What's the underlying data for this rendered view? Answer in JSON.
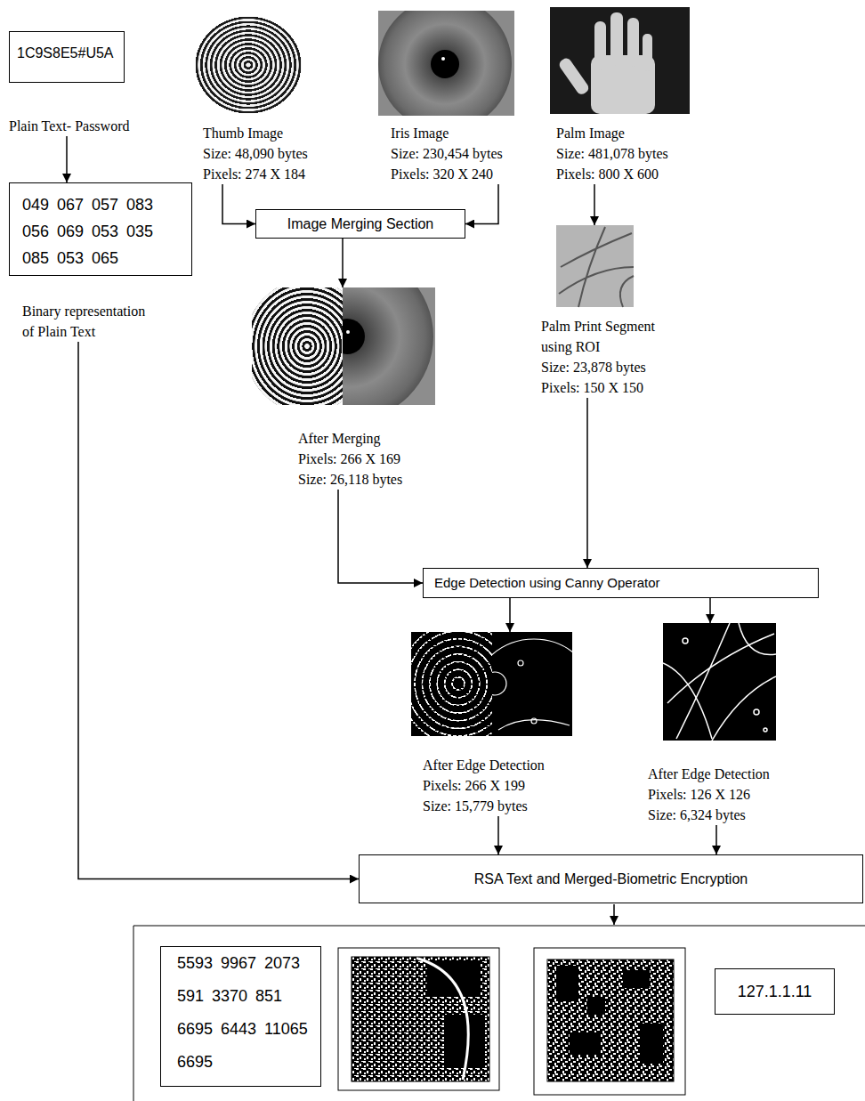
{
  "diagram": {
    "nodes": [
      {
        "text": [
          "1C9S8E5#U5A",
          "Plain Text- Password"
        ]
      },
      {
        "text": [
          "049 067 057 083 056 069 053 035 085 053 065",
          "Binary representation of Plain Text"
        ]
      },
      {
        "text": [
          "Thumb Image",
          "Size: 48,090 bytes",
          "Pixels: 274 X 184"
        ]
      },
      {
        "text": [
          "Iris Image",
          "Size: 230,454 bytes",
          "Pixels: 320 X 240"
        ]
      },
      {
        "text": [
          "Palm Image",
          "Size: 481,078 bytes",
          "Pixels: 800 X 600"
        ]
      },
      {
        "text": [
          "Image Merging Section"
        ]
      },
      {
        "text": [
          "After Merging",
          "Pixels: 266 X 169",
          "Size: 26,118 bytes"
        ]
      },
      {
        "text": [
          "Palm Print Segment using ROI",
          "Size: 23,878 bytes",
          "Pixels: 150 X 150"
        ]
      },
      {
        "text": [
          "Edge Detection using Canny Operator"
        ]
      },
      {
        "text": [
          "After Edge Detection",
          "Pixels: 266 X 199",
          "Size: 15,779 bytes"
        ]
      },
      {
        "text": [
          "After Edge Detection",
          "Pixels: 126 X 126",
          "Size: 6,324 bytes"
        ]
      },
      {
        "text": [
          "RSA Text and Merged-Biometric Encryption"
        ]
      },
      {
        "text": [
          "5593 9967 2073 591 3370 851 6695 6443 11065 6695"
        ]
      },
      {
        "text": [
          "127.1.1.11"
        ]
      }
    ],
    "edges": [
      {
        "from": 0,
        "to": 1,
        "arrow": "to"
      },
      {
        "from": 2,
        "to": 5,
        "arrow": "to"
      },
      {
        "from": 3,
        "to": 5,
        "arrow": "to"
      },
      {
        "from": 5,
        "to": 6,
        "arrow": "to"
      },
      {
        "from": 4,
        "to": 7,
        "arrow": "to"
      },
      {
        "from": 6,
        "to": 8,
        "arrow": "to"
      },
      {
        "from": 7,
        "to": 8,
        "arrow": "to"
      },
      {
        "from": 8,
        "to": 9,
        "arrow": "to"
      },
      {
        "from": 8,
        "to": 10,
        "arrow": "to"
      },
      {
        "from": 9,
        "to": 11,
        "arrow": "to"
      },
      {
        "from": 10,
        "to": 11,
        "arrow": "to"
      },
      {
        "from": 1,
        "to": 11,
        "arrow": "to"
      }
    ]
  }
}
